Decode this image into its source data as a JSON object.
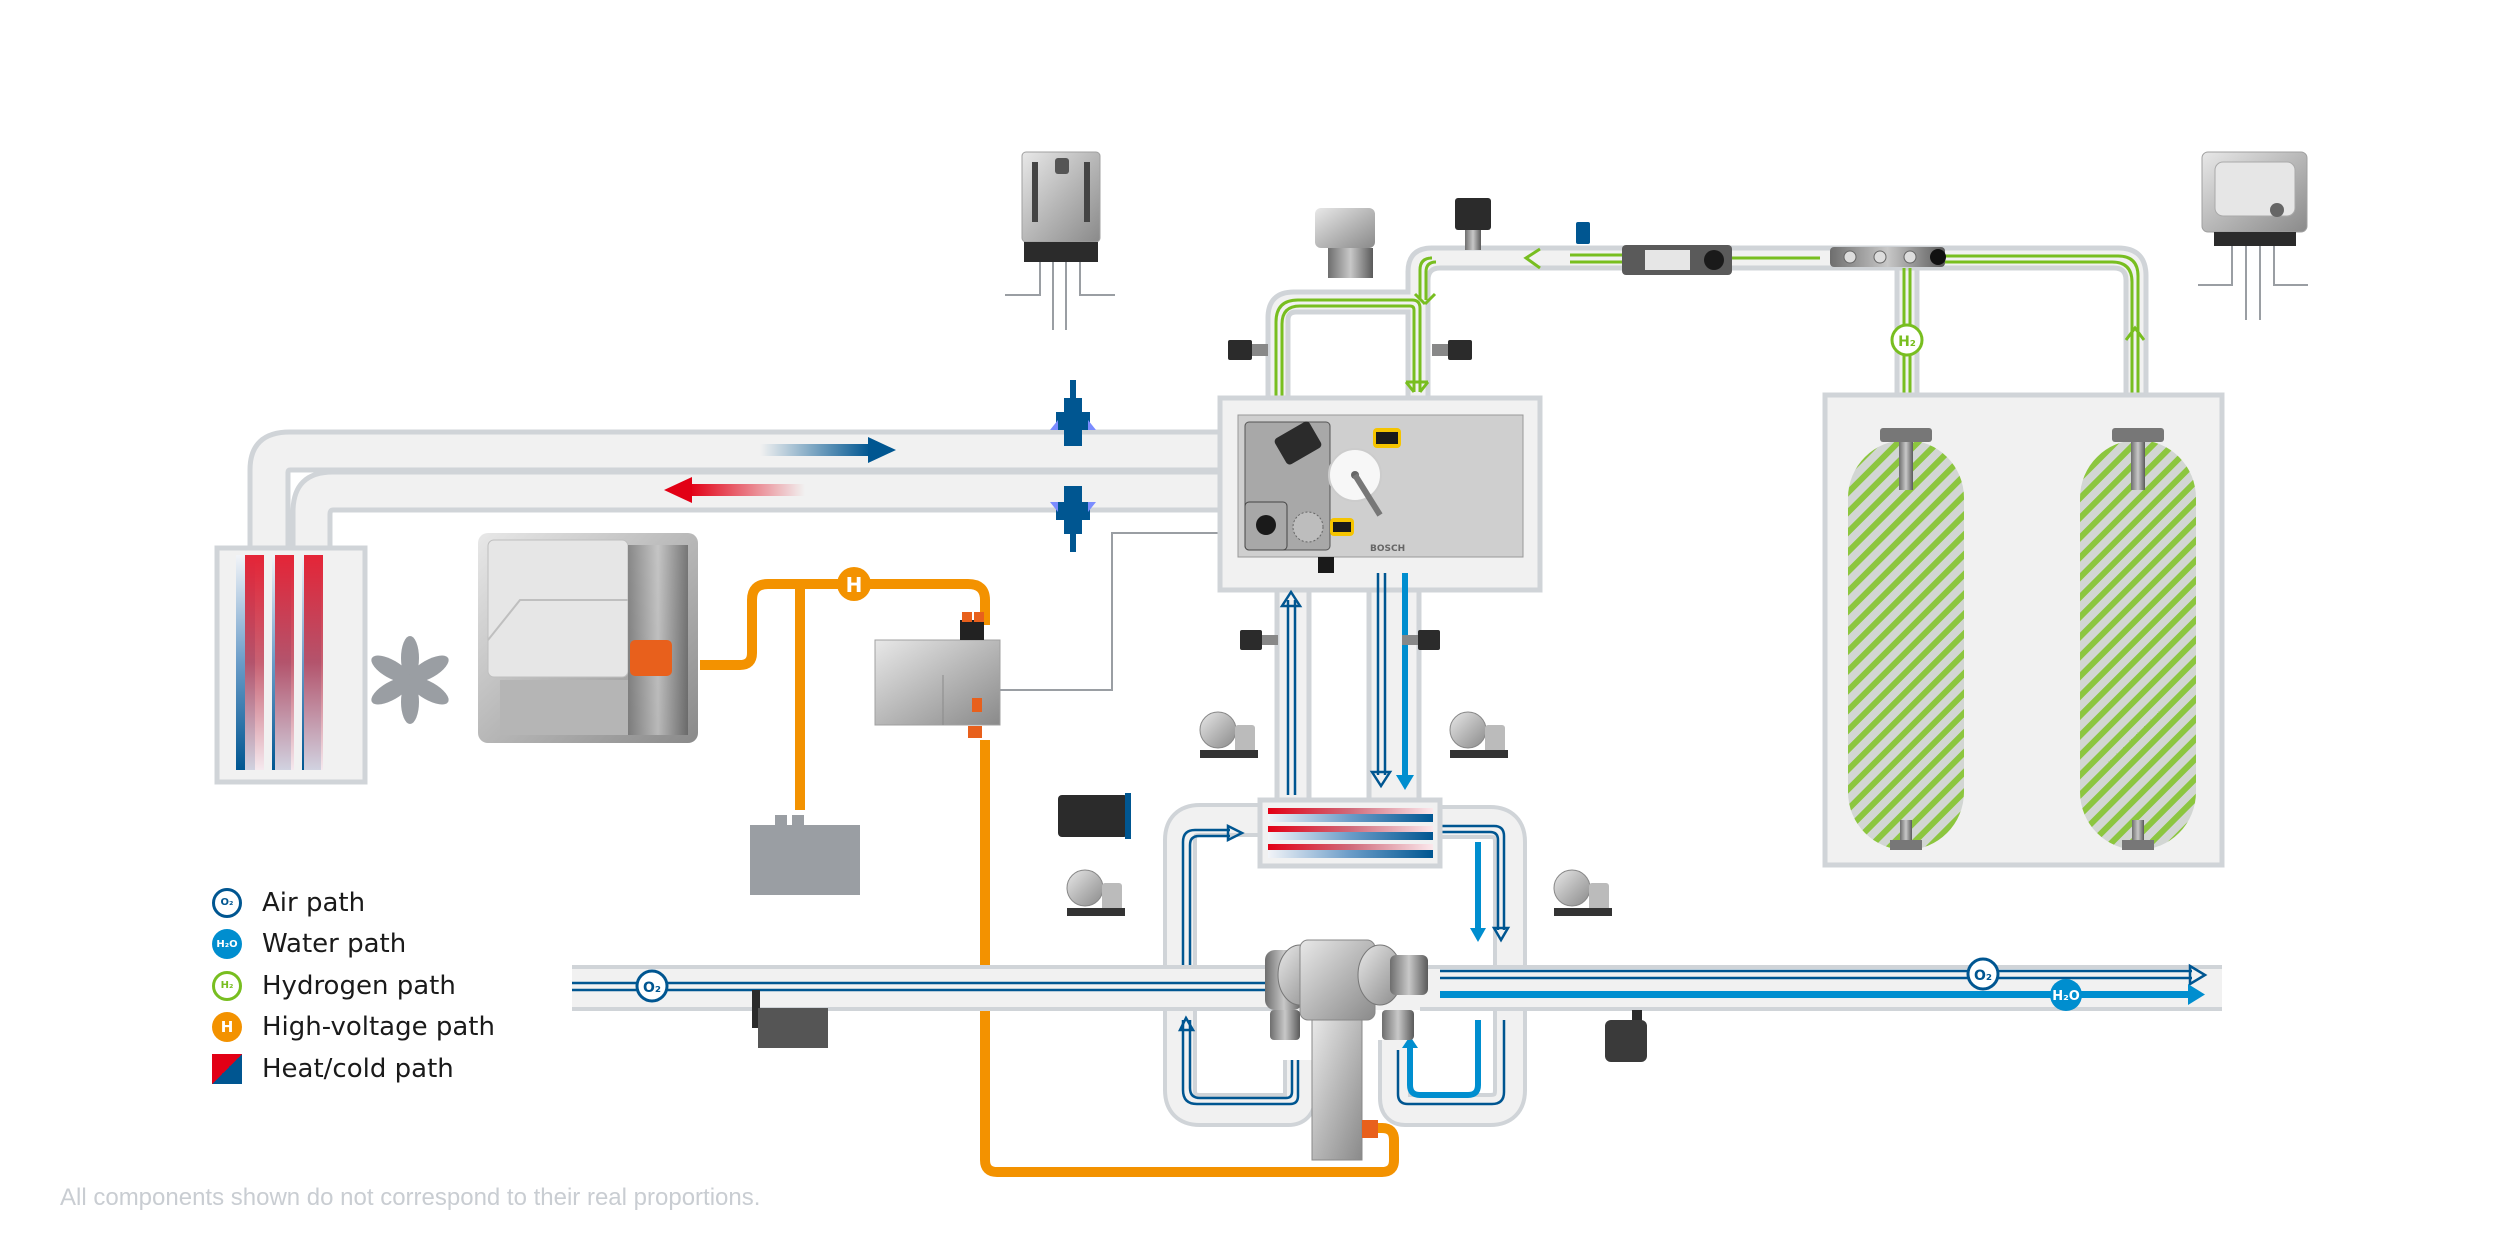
{
  "legend": {
    "items": [
      {
        "icon": "o2-icon",
        "glyph": "O₂",
        "label": "Air path"
      },
      {
        "icon": "h2o-icon",
        "glyph": "H₂O",
        "label": "Water path"
      },
      {
        "icon": "h2-icon",
        "glyph": "H₂",
        "label": "Hydrogen path"
      },
      {
        "icon": "hv-icon",
        "glyph": "H",
        "label": "High-voltage path"
      },
      {
        "icon": "heat-cold-icon",
        "glyph": "",
        "label": "Heat/cold path"
      }
    ]
  },
  "badges": {
    "o2": "O₂",
    "h2o": "H₂O",
    "h2": "H₂",
    "hv": "H"
  },
  "stack": {
    "brand": "BOSCH"
  },
  "colors": {
    "air": "#005691",
    "water": "#008ecf",
    "hydrogen": "#78be20",
    "high_voltage": "#f39200",
    "heat": "#e20015",
    "cold": "#005691",
    "pipe_fill": "#f1f1f1",
    "pipe_border": "#d0d4d8"
  },
  "footnote": "All components shown do not correspond to their real proportions."
}
